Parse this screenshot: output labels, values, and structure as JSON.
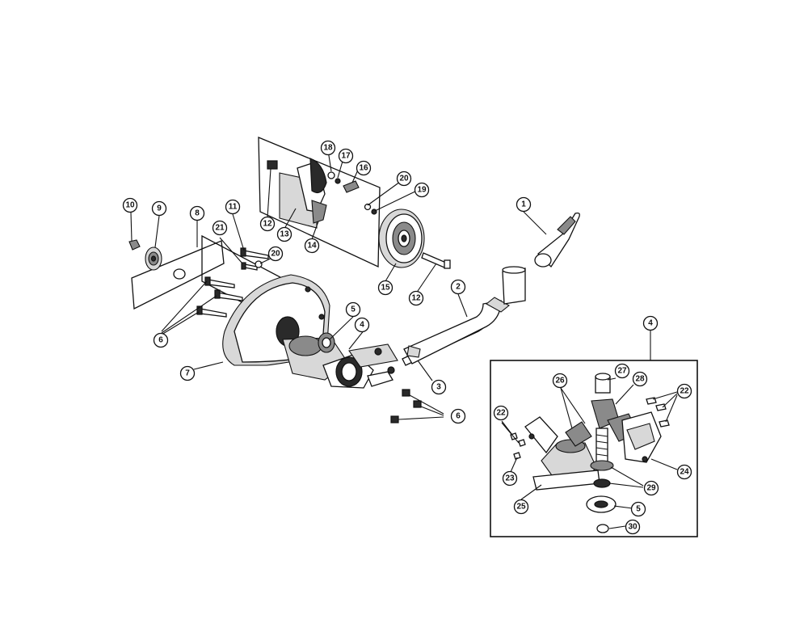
{
  "diagram": {
    "callouts_main": [
      "1",
      "2",
      "3",
      "4",
      "5",
      "6",
      "6",
      "7",
      "8",
      "9",
      "10",
      "11",
      "12",
      "12",
      "13",
      "14",
      "15",
      "16",
      "17",
      "18",
      "19",
      "20",
      "20",
      "21"
    ],
    "callouts_detail": [
      "4",
      "5",
      "22",
      "22",
      "23",
      "24",
      "25",
      "26",
      "27",
      "28",
      "29",
      "30"
    ]
  }
}
